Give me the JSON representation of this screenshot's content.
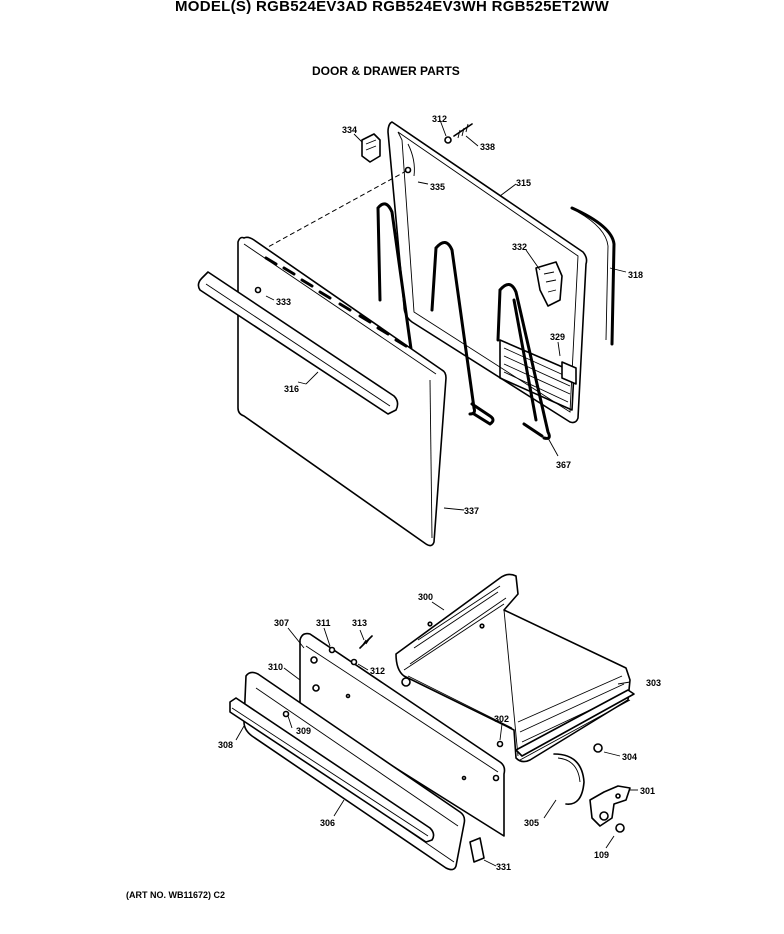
{
  "header": {
    "models": "MODEL(S) RGB524EV3AD  RGB524EV3WH  RGB525ET2WW",
    "section": "DOOR & DRAWER PARTS"
  },
  "footer": {
    "art_no": "(ART NO. WB11672) C2"
  },
  "labels": {
    "p334": "334",
    "p312a": "312",
    "p338": "338",
    "p335": "335",
    "p315": "315",
    "p333": "333",
    "p332": "332",
    "p318": "318",
    "p329": "329",
    "p316": "316",
    "p367": "367",
    "p337": "337",
    "p300": "300",
    "p307": "307",
    "p311": "311",
    "p313": "313",
    "p312b": "312",
    "p310": "310",
    "p309": "309",
    "p308": "308",
    "p303": "303",
    "p302": "302",
    "p304": "304",
    "p306": "306",
    "p305": "305",
    "p301": "301",
    "p109": "109",
    "p331": "331"
  }
}
